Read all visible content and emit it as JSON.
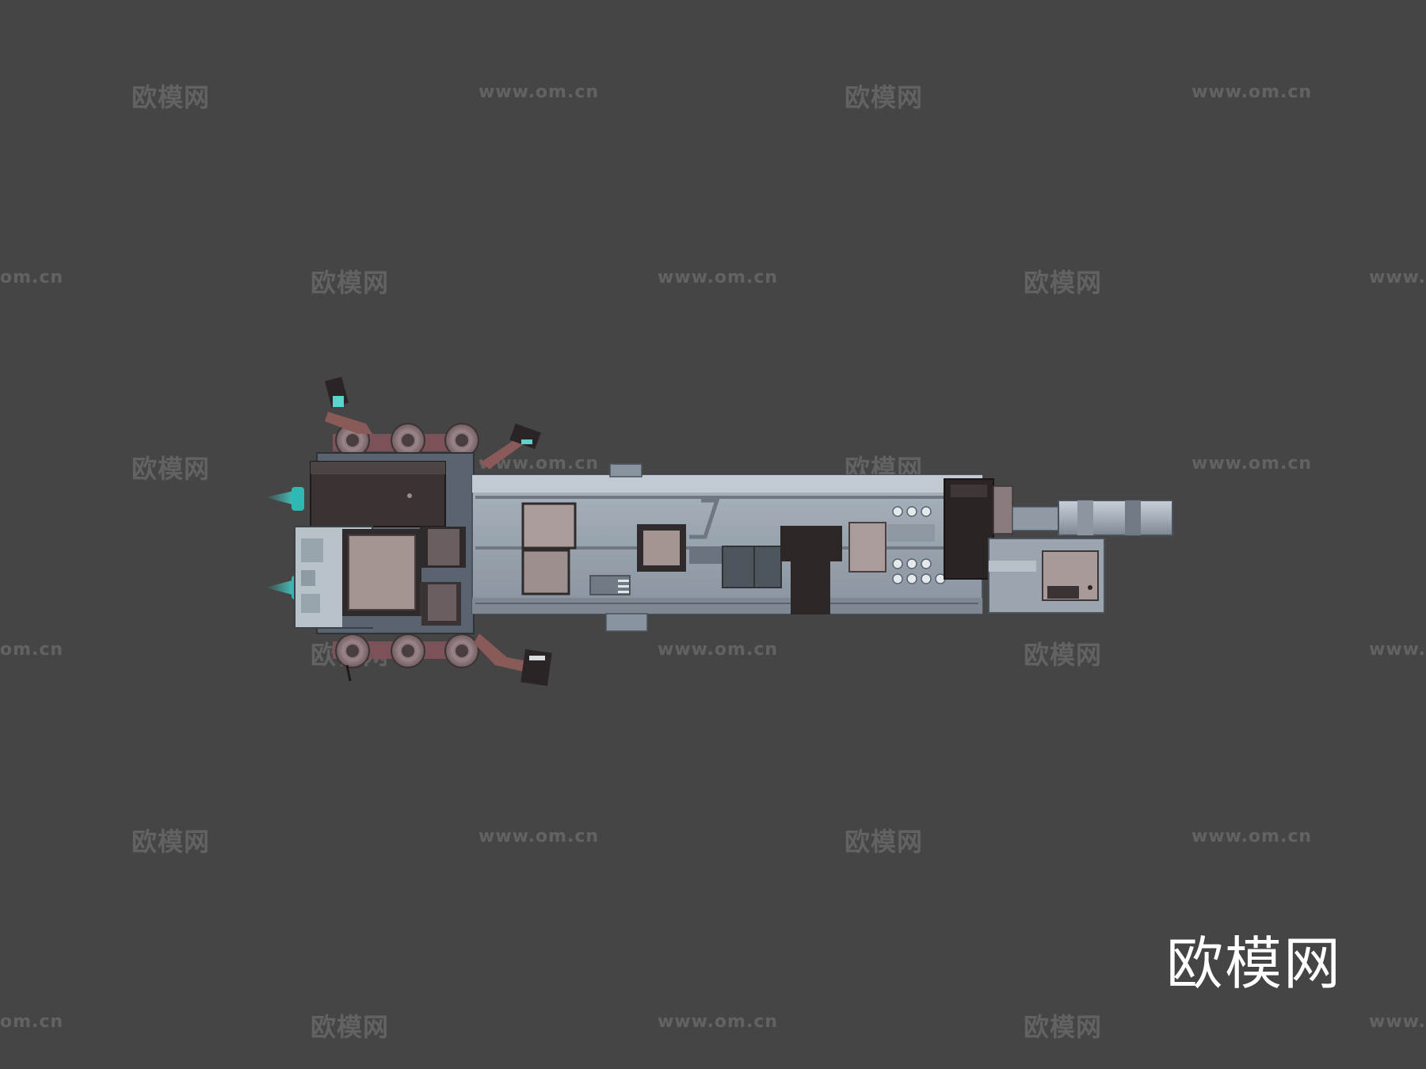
{
  "watermark": {
    "brand_cn": "欧模网",
    "site": "www.om.cn",
    "site_partial_left": "om.cn",
    "site_partial_right": "www."
  },
  "corner_logo": {
    "text": "欧模网",
    "color": "#ffffff"
  },
  "model": {
    "subject": "spaceship-3d-model-top-view",
    "colors": {
      "background": "#454545",
      "hull": "#9aa6b0",
      "hull_dark": "#5e6670",
      "block_dark": "#3a3232",
      "block_light": "#a89c9a",
      "thruster_glow": "#3fe0d8",
      "copper": "#8a5a58"
    }
  }
}
